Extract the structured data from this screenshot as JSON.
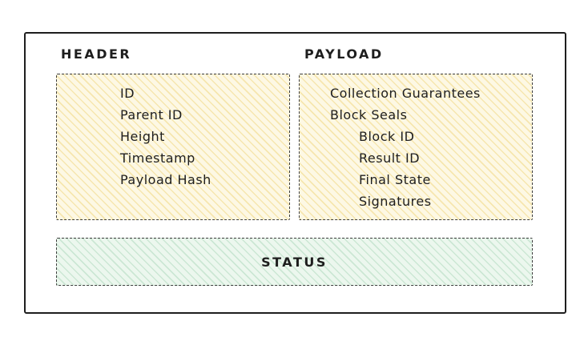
{
  "header": {
    "title": "HEADER",
    "fields": [
      "ID",
      "Parent ID",
      "Height",
      "Timestamp",
      "Payload Hash"
    ]
  },
  "payload": {
    "title": "PAYLOAD",
    "fields": [
      "Collection Guarantees",
      "Block Seals",
      "Block ID",
      "Result ID",
      "Final State",
      "Signatures"
    ]
  },
  "status": {
    "title": "STATUS"
  },
  "colors": {
    "outer_border": "#1e1e1e",
    "dashed_border": "#3d3d3d",
    "header_fill": "#fdf8e4",
    "header_hatch": "#f0d782",
    "payload_fill": "#fdf8e4",
    "payload_hatch": "#f0d782",
    "status_fill": "#ecf7ee",
    "status_hatch": "#aad7b9"
  }
}
